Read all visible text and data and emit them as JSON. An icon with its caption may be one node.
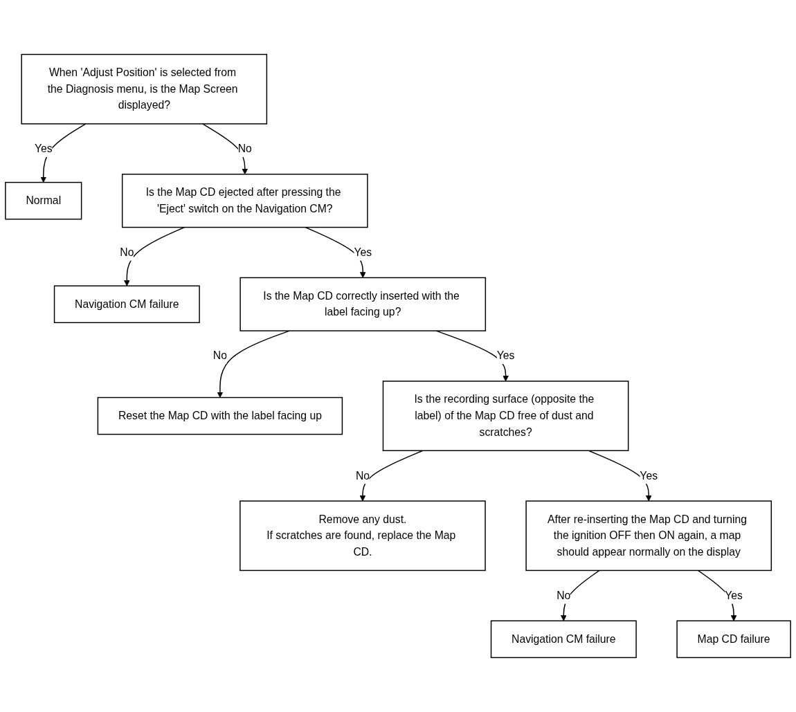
{
  "diagram": {
    "nodes": [
      {
        "text": [
          "When 'Adjust Position' is selected from the Diagnosis menu, is the Map Screen displayed?"
        ]
      },
      {
        "text": [
          "Normal"
        ]
      },
      {
        "text": [
          "Is the Map CD ejected after pressing the 'Eject' switch on the Navigation CM?"
        ]
      },
      {
        "text": [
          "Navigation CM failure"
        ]
      },
      {
        "text": [
          "Is the Map CD correctly inserted with the label facing up?"
        ]
      },
      {
        "text": [
          "Reset the Map CD with the label facing up"
        ]
      },
      {
        "text": [
          "Is the recording surface (opposite the label) of the Map CD free of dust and scratches?"
        ]
      },
      {
        "text": [
          "Remove any dust.",
          "If scratches are found, replace the Map CD."
        ]
      },
      {
        "text": [
          "After re-inserting the Map CD and turning the ignition OFF then ON again, a map should appear normally on the display"
        ]
      },
      {
        "text": [
          "Navigation CM failure"
        ]
      },
      {
        "text": [
          "Map CD failure"
        ]
      }
    ],
    "edges": [
      {
        "from": 0,
        "to": 1,
        "arrow": "to",
        "label": "Yes"
      },
      {
        "from": 0,
        "to": 2,
        "arrow": "to",
        "label": "No"
      },
      {
        "from": 2,
        "to": 3,
        "arrow": "to",
        "label": "No"
      },
      {
        "from": 2,
        "to": 4,
        "arrow": "to",
        "label": "Yes"
      },
      {
        "from": 4,
        "to": 5,
        "arrow": "to",
        "label": "No"
      },
      {
        "from": 4,
        "to": 6,
        "arrow": "to",
        "label": "Yes"
      },
      {
        "from": 6,
        "to": 7,
        "arrow": "to",
        "label": "No"
      },
      {
        "from": 6,
        "to": 8,
        "arrow": "to",
        "label": "Yes"
      },
      {
        "from": 8,
        "to": 9,
        "arrow": "to",
        "label": "No"
      },
      {
        "from": 8,
        "to": 10,
        "arrow": "to",
        "label": "Yes"
      }
    ]
  }
}
